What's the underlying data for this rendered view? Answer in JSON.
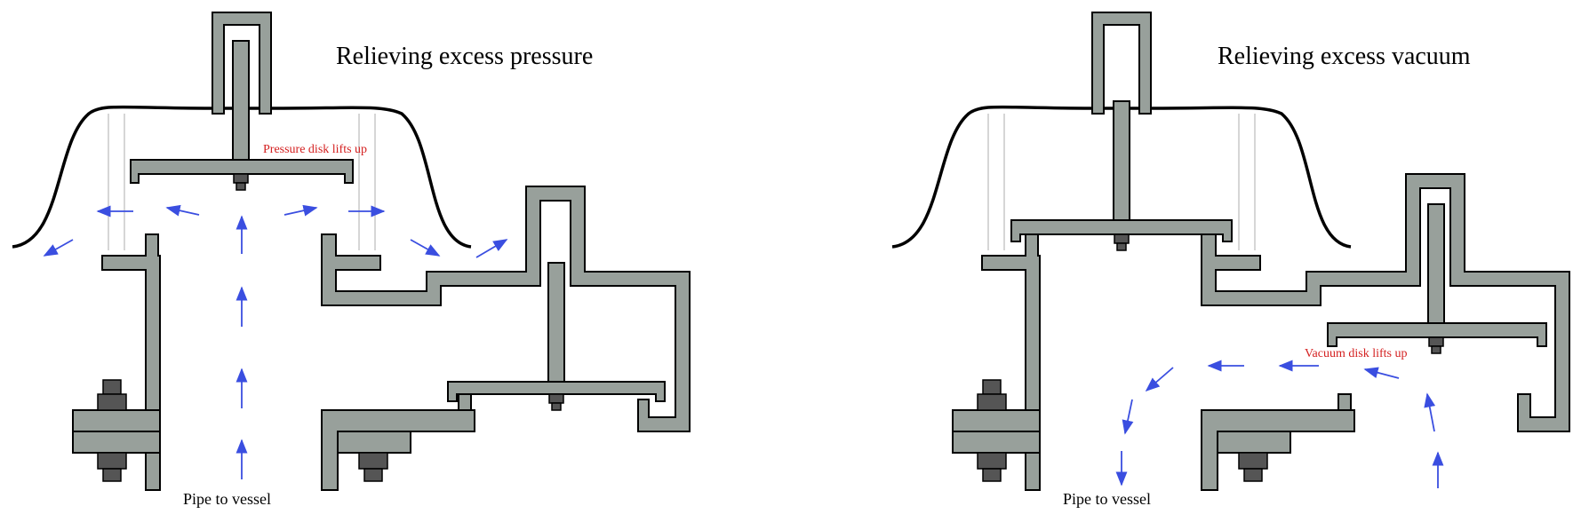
{
  "panels": {
    "left": {
      "title": "Relieving excess pressure",
      "annotation": "Pressure disk lifts up",
      "pipe_label": "Pipe to vessel"
    },
    "right": {
      "title": "Relieving excess vacuum",
      "annotation": "Vacuum disk lifts up",
      "pipe_label": "Pipe to vessel"
    }
  },
  "colors": {
    "metal": "#98a09b",
    "flow_arrow": "#3a4ee0",
    "annotation": "#d42020",
    "outline": "#000000"
  },
  "icons": {
    "flow": "arrow-icon",
    "fastener": "bolt-icon"
  }
}
